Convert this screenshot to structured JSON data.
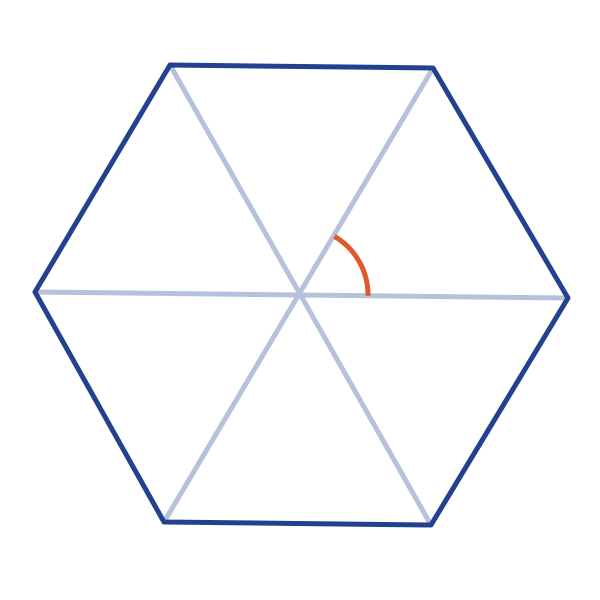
{
  "diagram": {
    "shape": "regular-hexagon",
    "vertex_count": 6,
    "diagonals": "three-main-diagonals-through-center",
    "marked_angle_degrees": 60,
    "colors": {
      "background": "#ffffff",
      "hexagon_stroke": "#23418f",
      "diagonal_stroke": "#b6c1db",
      "angle_arc": "#e0592a"
    }
  }
}
